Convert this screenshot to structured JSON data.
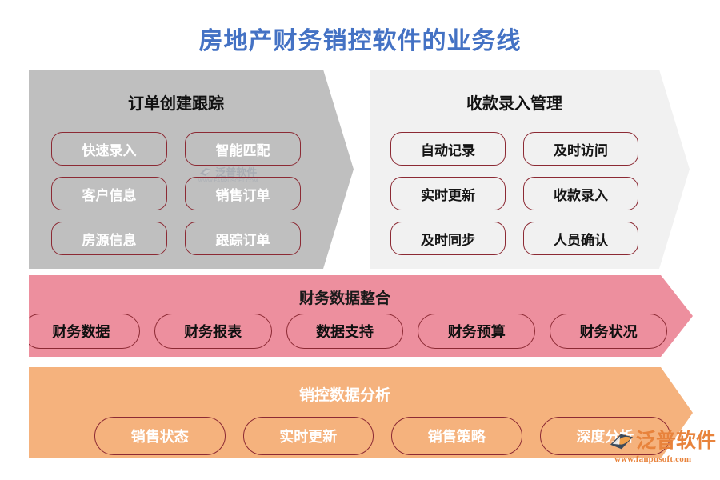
{
  "page": {
    "title": "房地产财务销控软件的业务线",
    "title_color": "#4472C4",
    "background": "#FFFFFF"
  },
  "panels": [
    {
      "id": "order-creation-tracking",
      "title": "订单创建跟踪",
      "fill": "#BFBFBF",
      "title_color": "#111111",
      "pill_text_color": "#FFFFFF",
      "pill_border_color": "#8C2A34",
      "items": [
        "快速录入",
        "智能匹配",
        "客户信息",
        "销售订单",
        "房源信息",
        "跟踪订单"
      ]
    },
    {
      "id": "receipt-entry-management",
      "title": "收款录入管理",
      "fill": "#F1F1F1",
      "title_color": "#111111",
      "pill_text_color": "#151515",
      "pill_border_color": "#8C2A34",
      "items": [
        "自动记录",
        "及时访问",
        "实时更新",
        "收款录入",
        "及时同步",
        "人员确认"
      ]
    }
  ],
  "bands": [
    {
      "id": "financial-data-integration",
      "title": "财务数据整合",
      "fill": "#ED8F9E",
      "title_color": "#1A1A1A",
      "pill_text_color": "#101010",
      "pill_border_color": "#8C2A34",
      "items": [
        "财务数据",
        "财务报表",
        "数据支持",
        "财务预算",
        "财务状况"
      ]
    },
    {
      "id": "sales-control-data-analysis",
      "title": "销控数据分析",
      "fill": "#F5B27D",
      "title_color": "#FFFFFF",
      "pill_text_color": "#FFFFFF",
      "pill_border_color": "#8C2A34",
      "items": [
        "销售状态",
        "实时更新",
        "销售策略",
        "深度分析"
      ]
    }
  ],
  "branding": {
    "logo_icon": "fanpu-leaf-logo-icon",
    "name": "泛普软件",
    "url": "www.fanpusoft.com",
    "color": "#E8833C"
  },
  "watermark": {
    "logo_icon": "fanpu-leaf-logo-icon",
    "name": "泛普软件",
    "url": "WWW.FANPUSOFT.COM"
  }
}
